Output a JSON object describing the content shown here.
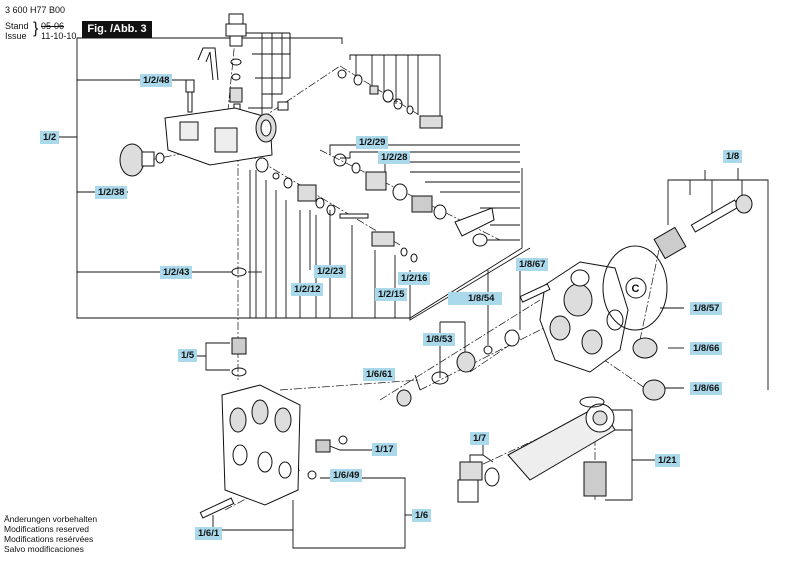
{
  "header": {
    "doc_number": "3 600 H77 B00",
    "stand_label": "Stand",
    "issue_label": "Issue",
    "stand_value": "05-06",
    "issue_value": "11-10-10",
    "figure_label": "Fig. /Abb. 3"
  },
  "footer_notes": [
    "Änderungen vorbehalten",
    "Modifications reserved",
    "Modifications resérvées",
    "Salvo modificaciones"
  ],
  "callout_c": "C",
  "labels": {
    "l_1_2": "1/2",
    "l_1_2_48": "1/2/48",
    "l_1_2_38": "1/2/38",
    "l_1_2_43": "1/2/43",
    "l_1_2_29": "1/2/29",
    "l_1_2_28": "1/2/28",
    "l_1_2_23": "1/2/23",
    "l_1_2_12": "1/2/12",
    "l_1_2_15": "1/2/15",
    "l_1_2_16": "1/2/16",
    "l_1_8": "1/8",
    "l_1_8_67": "1/8/67",
    "l_1_8_54": "1/8/54",
    "l_1_8_53": "1/8/53",
    "l_1_8_57": "1/8/57",
    "l_1_8_66a": "1/8/66",
    "l_1_8_66b": "1/8/66",
    "l_1_5": "1/5",
    "l_1_6_61": "1/6/61",
    "l_1_17": "1/17",
    "l_1_6_49": "1/6/49",
    "l_1_6": "1/6",
    "l_1_6_1": "1/6/1",
    "l_1_7": "1/7",
    "l_1_21": "1/21"
  }
}
